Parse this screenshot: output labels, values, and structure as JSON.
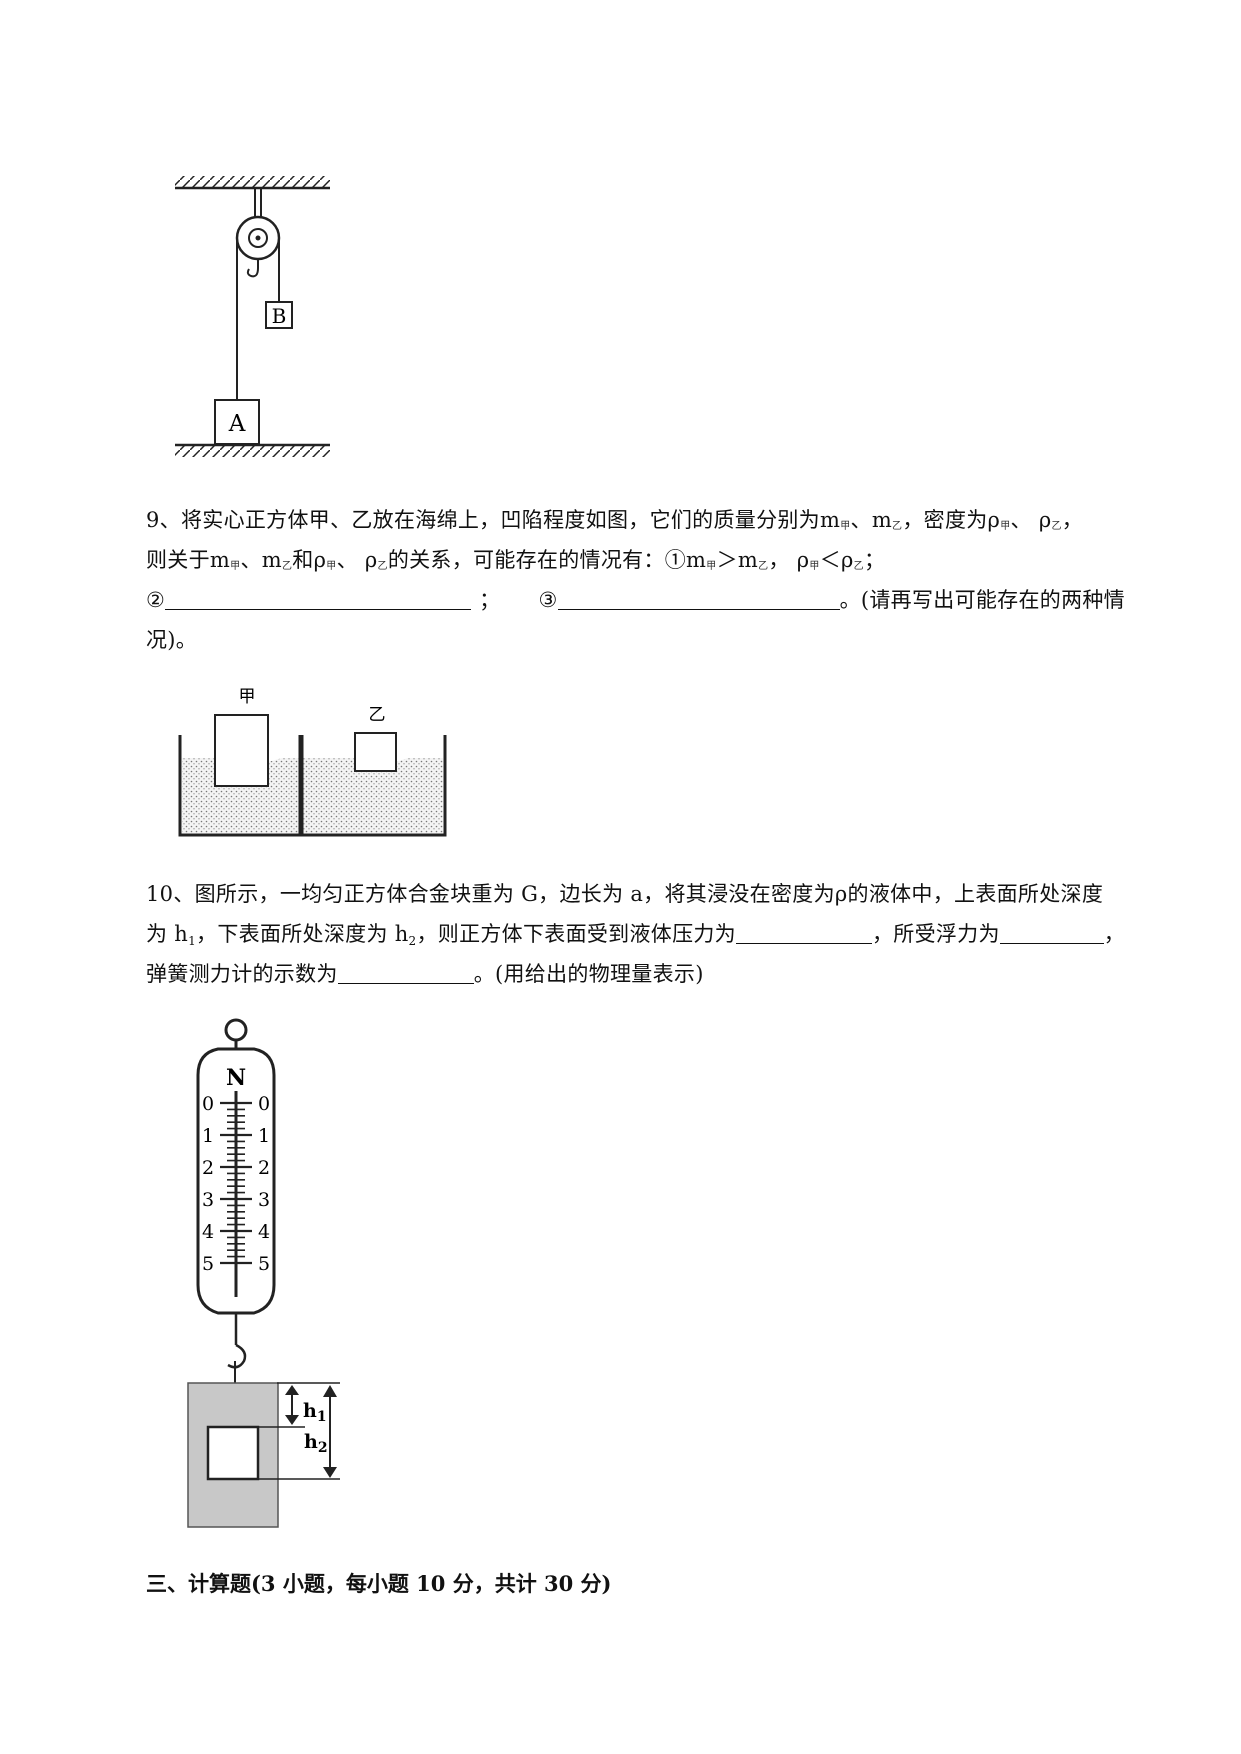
{
  "figure1": {
    "label_a": "A",
    "label_b": "B"
  },
  "q9": {
    "number": "9、",
    "l1_a": "将实心正方体甲、乙放在海绵上，凹陷程度如图，它们的质量分别为",
    "m": "m",
    "jia": "甲",
    "yi": "乙",
    "sep": "、",
    "l1_b": "，密度为",
    "rho": "ρ",
    "l1_end": "，",
    "l2_a": "则关于",
    "l2_and": "和",
    "l2_b": "的关系，可能存在的情况有：①",
    "gt": "＞",
    "comma": "，",
    "lt": "＜",
    "semicolon": "；",
    "circle2": "②",
    "circle3": "③",
    "l3_end": "。(请再写出可能存在的两种情",
    "l4": "况)。",
    "fig_label_jia": "甲",
    "fig_label_yi": "乙"
  },
  "q10": {
    "number": "10、",
    "l1": "图所示，一均匀正方体合金块重为 G，边长为 a，将其浸没在密度为ρ的液体中，上表面所处深度",
    "l2_a": "为 h",
    "sub1": "1",
    "l2_b": "，下表面所处深度为 h",
    "sub2": "2",
    "l2_c": "，则正方体下表面受到液体压力为",
    "l2_d": "，所受浮力为",
    "l2_e": "，",
    "l3_a": "弹簧测力计的示数为",
    "l3_b": "。(用给出的物理量表示)",
    "scale_unit": "N",
    "scale_ticks": [
      "0",
      "1",
      "2",
      "3",
      "4",
      "5"
    ],
    "label_h": "h",
    "label_h1_sub": "1",
    "label_h2_sub": "2"
  },
  "section3": {
    "heading": "三、计算题(3 小题，每小题 10 分，共计 30 分)"
  }
}
